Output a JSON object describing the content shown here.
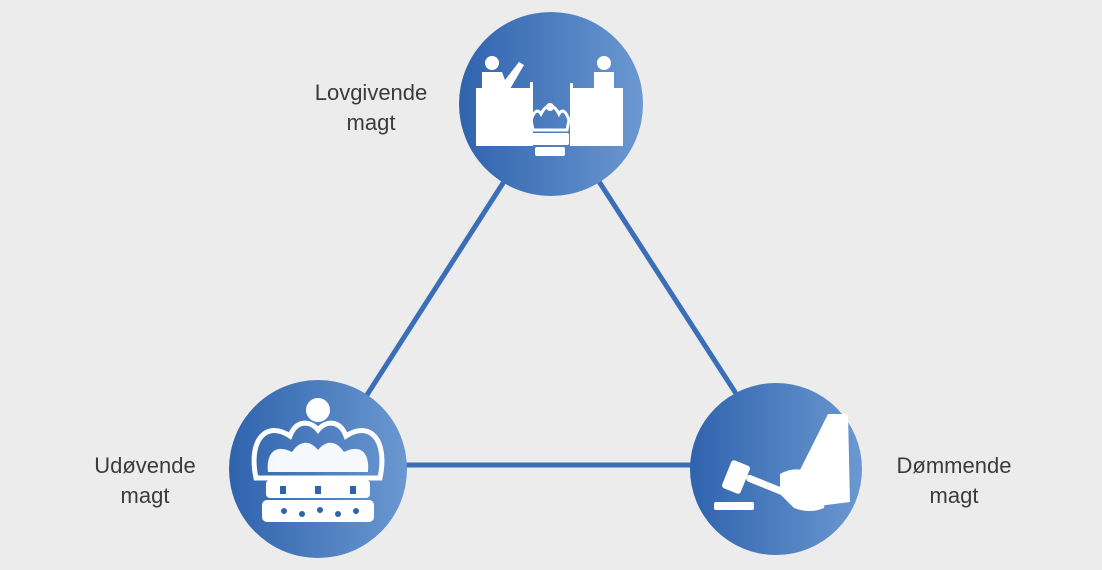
{
  "nodes": {
    "legislative": {
      "line1": "Lovgivende",
      "line2": "magt",
      "icon": "parliament-icon"
    },
    "executive": {
      "line1": "Udøvende",
      "line2": "magt",
      "icon": "crown-icon"
    },
    "judicial": {
      "line1": "Dømmende",
      "line2": "magt",
      "icon": "gavel-icon"
    }
  },
  "colors": {
    "background": "#ececec",
    "circle_dark": "#2f63ad",
    "circle_light": "#6b98d1",
    "connector": "#3a6fb8",
    "icon": "#ffffff",
    "text": "#3b3b3b"
  }
}
